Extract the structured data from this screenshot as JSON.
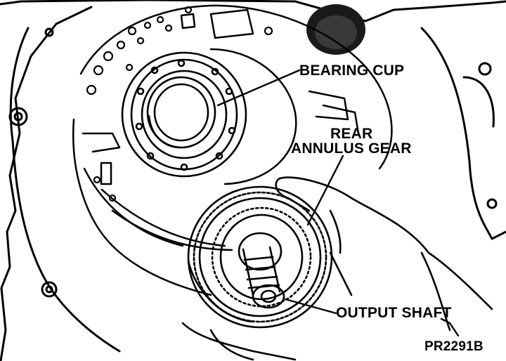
{
  "callouts": {
    "bearing_cup": "BEARING CUP",
    "rear_line1": "REAR",
    "rear_line2": "ANNULUS GEAR",
    "output_shaft": "OUTPUT SHAFT"
  },
  "figure_ref": "PR2291B",
  "colors": {
    "ink": "#000000",
    "paper": "#ffffff"
  }
}
